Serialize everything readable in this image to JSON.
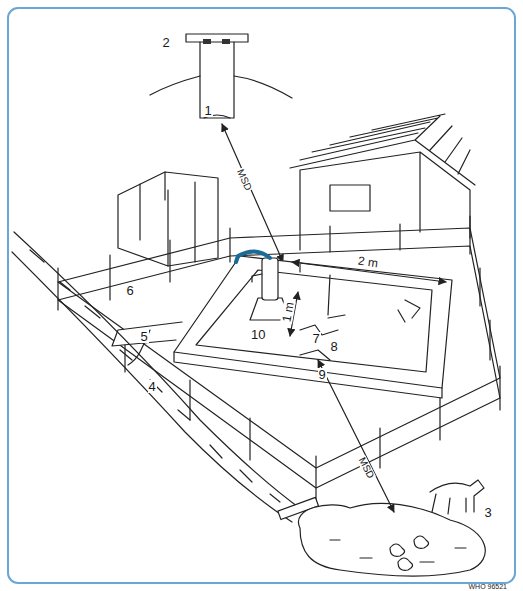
{
  "diagram": {
    "labels": [
      "1",
      "2",
      "3",
      "4",
      "5",
      "6",
      "7",
      "8",
      "9",
      "10",
      "MSD",
      "MSD",
      "2 m",
      "1 m",
      "WHO 96521"
    ]
  }
}
